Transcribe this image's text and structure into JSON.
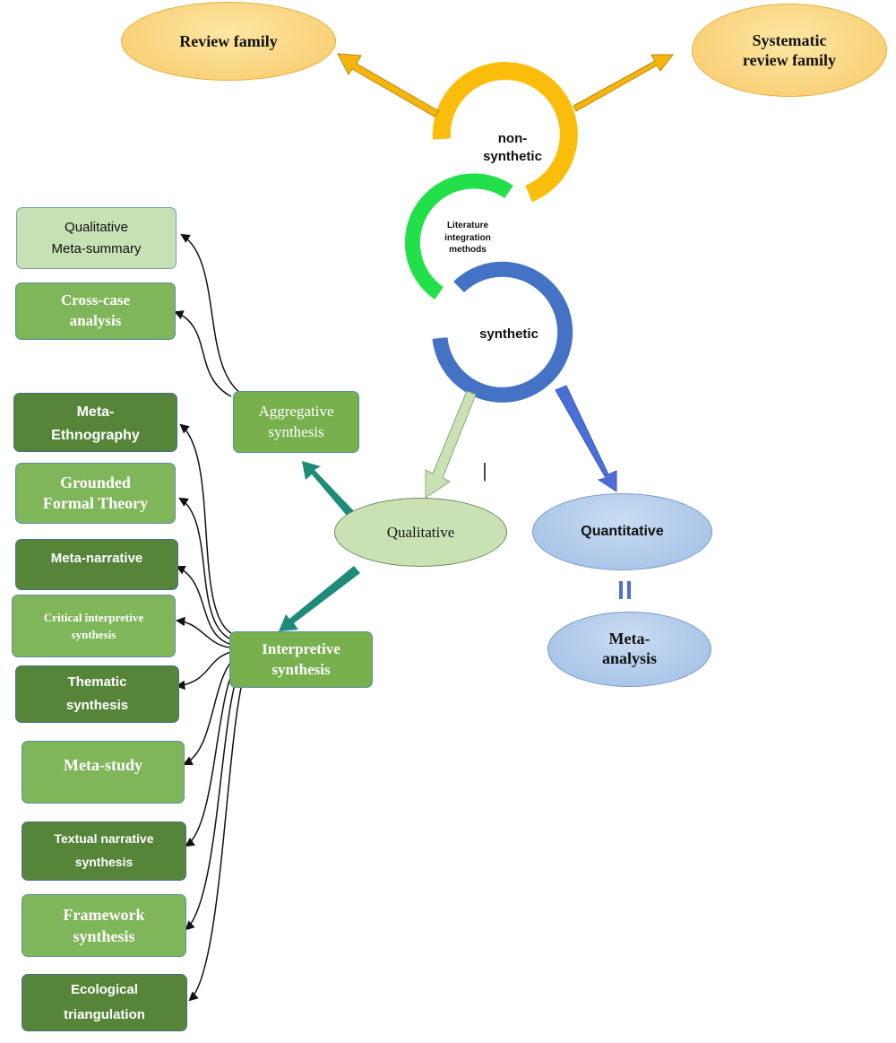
{
  "nodes": {
    "review_family": "Review family",
    "systematic_review_family": "Systematic\nreview family",
    "non_synthetic": "non-\nsynthetic",
    "literature_integration": "Literature\nintegration\nmethods",
    "synthetic": "synthetic",
    "qualitative": "Qualitative",
    "quantitative": "Quantitative",
    "meta_analysis": "Meta-\nanalysis",
    "aggregative_synthesis": "Aggregative\nsynthesis",
    "interpretive_synthesis": "Interpretive\nsynthesis"
  },
  "aggregative_methods": [
    "Qualitative\nMeta-summary",
    "Cross-case\nanalysis"
  ],
  "interpretive_methods": [
    "Meta-\nEthnography",
    "Grounded\nFormal Theory",
    "Meta-narrative",
    "Critical interpretive\nsynthesis",
    "Thematic\nsynthesis",
    "Meta-study",
    "Textual narrative\nsynthesis",
    "Framework\nsynthesis",
    "Ecological\ntriangulation"
  ],
  "stray_mark": "|",
  "colors": {
    "ring_yellow": "#fbbd0c",
    "ring_green": "#22e04a",
    "ring_blue": "#4472c4",
    "arrow_yellow": "#f3b50e",
    "arrow_teal": "#1e8a7a",
    "arrow_blue": "#4c6fd6",
    "arrow_pale_green": "#c9e1b3"
  }
}
